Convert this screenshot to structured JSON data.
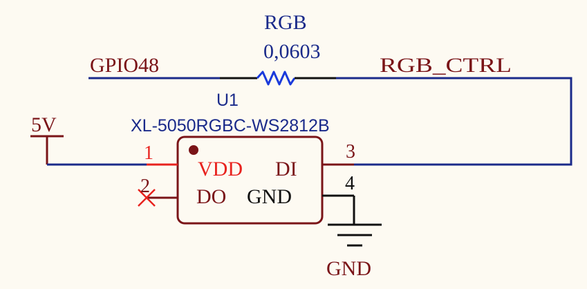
{
  "colors": {
    "background": "#fdfaf2",
    "wire": "#1a2a8a",
    "component": "#7a1418",
    "pin": "#e8221e",
    "net_label": "#7a1418",
    "designator": "#1a2a8a",
    "ground": "#111111",
    "resistor": "#1a3adb",
    "no_connect": "#e8221e"
  },
  "resistor": {
    "designator": "RGB",
    "value": "0,0603"
  },
  "nets": {
    "left": "GPIO48",
    "right": "RGB_CTRL",
    "power": "5V",
    "ground": "GND"
  },
  "ic": {
    "designator": "U1",
    "part_number": "XL-5050RGBC-WS2812B",
    "pins": {
      "vdd": {
        "number": "1",
        "name": "VDD"
      },
      "do": {
        "number": "2",
        "name": "DO"
      },
      "di": {
        "number": "3",
        "name": "DI"
      },
      "gnd": {
        "number": "4",
        "name": "GND"
      }
    }
  }
}
